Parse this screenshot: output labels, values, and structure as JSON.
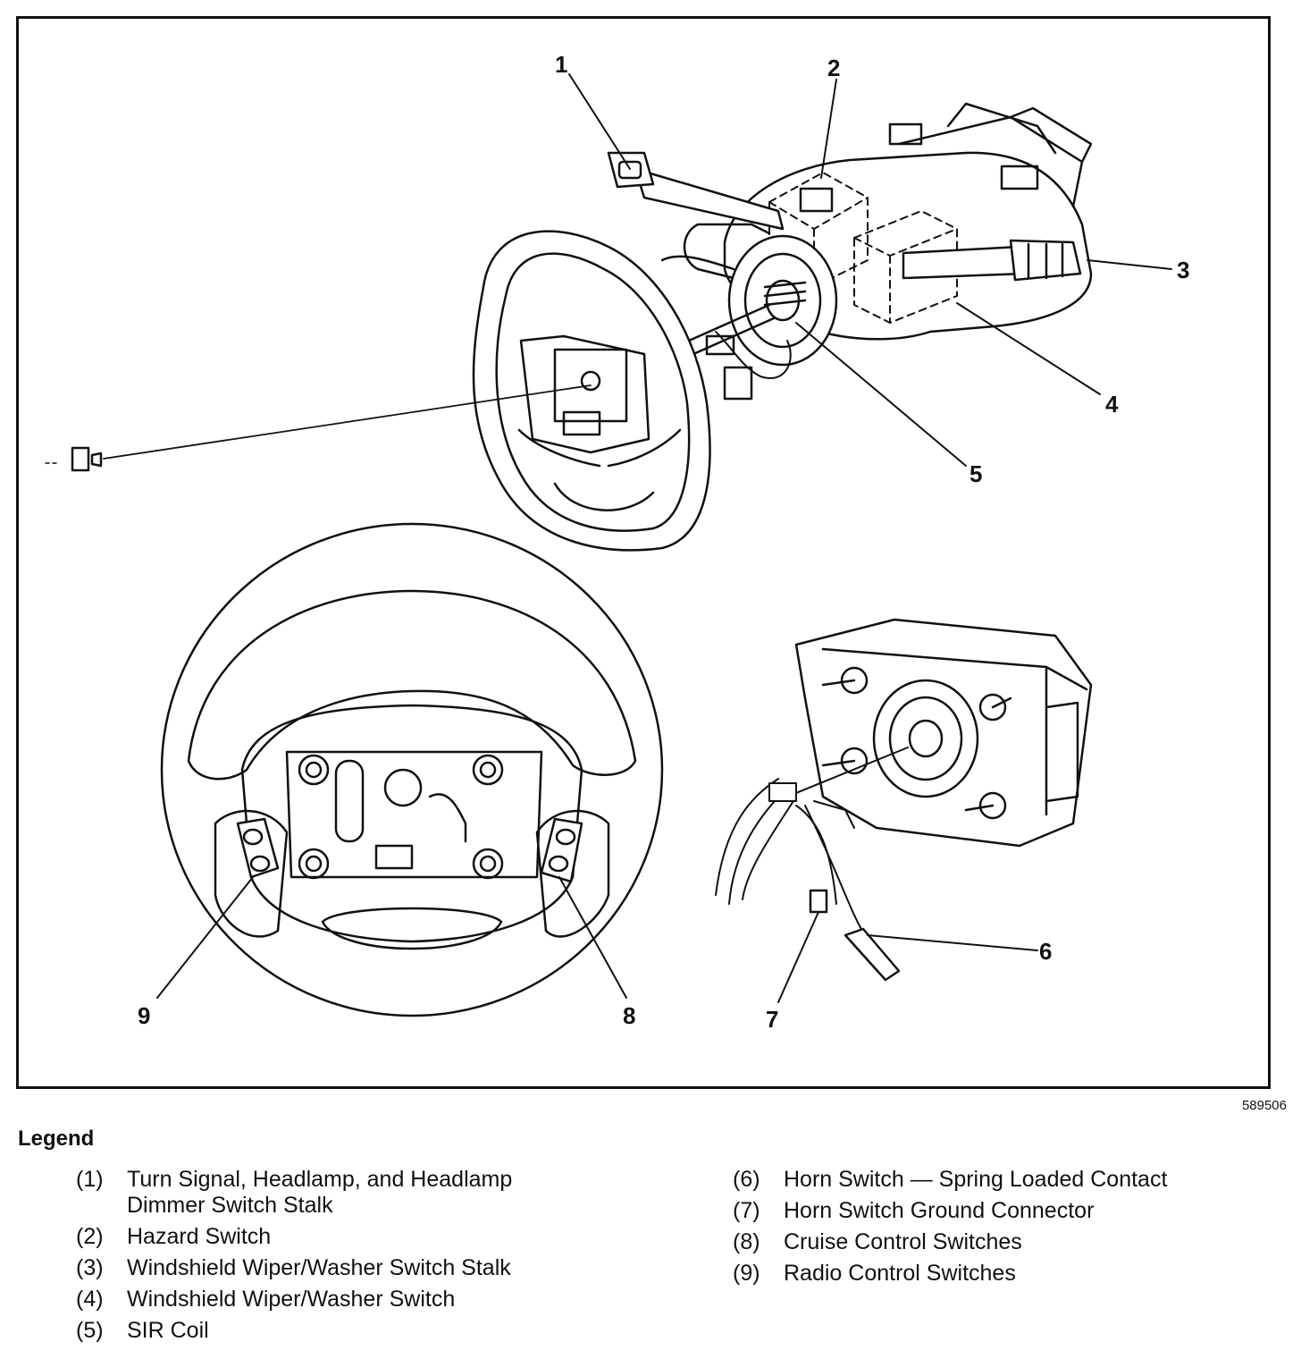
{
  "figure": {
    "id": "589506",
    "callouts": [
      "1",
      "2",
      "3",
      "4",
      "5",
      "6",
      "7",
      "8",
      "9"
    ]
  },
  "legend": {
    "title": "Legend",
    "items": [
      {
        "num": "(1)",
        "text": "Turn Signal, Headlamp, and Headlamp Dimmer Switch Stalk"
      },
      {
        "num": "(2)",
        "text": "Hazard Switch"
      },
      {
        "num": "(3)",
        "text": "Windshield Wiper/Washer Switch Stalk"
      },
      {
        "num": "(4)",
        "text": "Windshield Wiper/Washer Switch"
      },
      {
        "num": "(5)",
        "text": "SIR Coil"
      },
      {
        "num": "(6)",
        "text": "Horn Switch — Spring Loaded Contact"
      },
      {
        "num": "(7)",
        "text": "Horn Switch Ground Connector"
      },
      {
        "num": "(8)",
        "text": "Cruise Control Switches"
      },
      {
        "num": "(9)",
        "text": "Radio Control Switches"
      }
    ]
  }
}
